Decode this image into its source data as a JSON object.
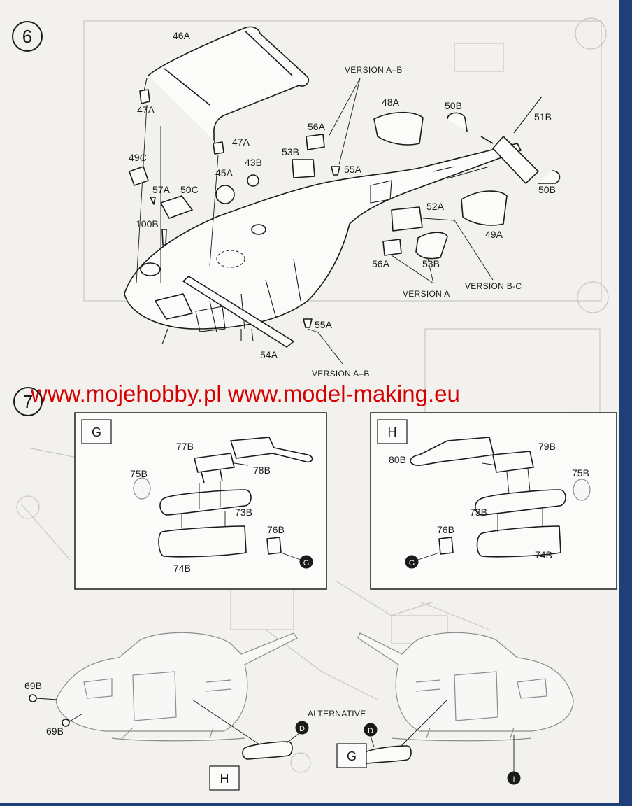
{
  "steps": {
    "s6": "6",
    "s7": "7"
  },
  "watermark": "www.mojehobby.pl www.model-making.eu",
  "step6": {
    "labels": {
      "p46A": "46A",
      "p47A_top": "47A",
      "p47A_mid": "47A",
      "p49C": "49C",
      "p57A": "57A",
      "p50C": "50C",
      "p45A": "45A",
      "p43B": "43B",
      "p53B_top": "53B",
      "p56A_top": "56A",
      "p55A_top": "55A",
      "p48A": "48A",
      "p50B_top": "50B",
      "p51B": "51B",
      "p50B_bot": "50B",
      "p49A": "49A",
      "p52A": "52A",
      "p100B": "100B",
      "p56A_bot": "56A",
      "p53B_bot": "53B",
      "p55A_bot": "55A",
      "p54A": "54A"
    },
    "versions": {
      "ab_top": "VERSION A–B",
      "a": "VERSION A",
      "bc": "VERSION B-C",
      "ab_bot": "VERSION A–B"
    }
  },
  "step7": {
    "box_g": {
      "title": "G",
      "labels": {
        "p77B": "77B",
        "p78B": "78B",
        "p75B": "75B",
        "p73B": "73B",
        "p76B": "76B",
        "p74B": "74B",
        "ref": "G"
      }
    },
    "box_h": {
      "title": "H",
      "labels": {
        "p79B": "79B",
        "p80B": "80B",
        "p75B": "75B",
        "p73B": "73B",
        "p76B": "76B",
        "p74B": "74B",
        "ref": "G"
      }
    },
    "bottom": {
      "p69B_top": "69B",
      "p69B_bot": "69B",
      "alternative": "ALTERNATIVE",
      "ref_d_left": "D",
      "ref_d_right": "D",
      "ref_i": "I",
      "box_h": "H",
      "box_g": "G"
    }
  }
}
